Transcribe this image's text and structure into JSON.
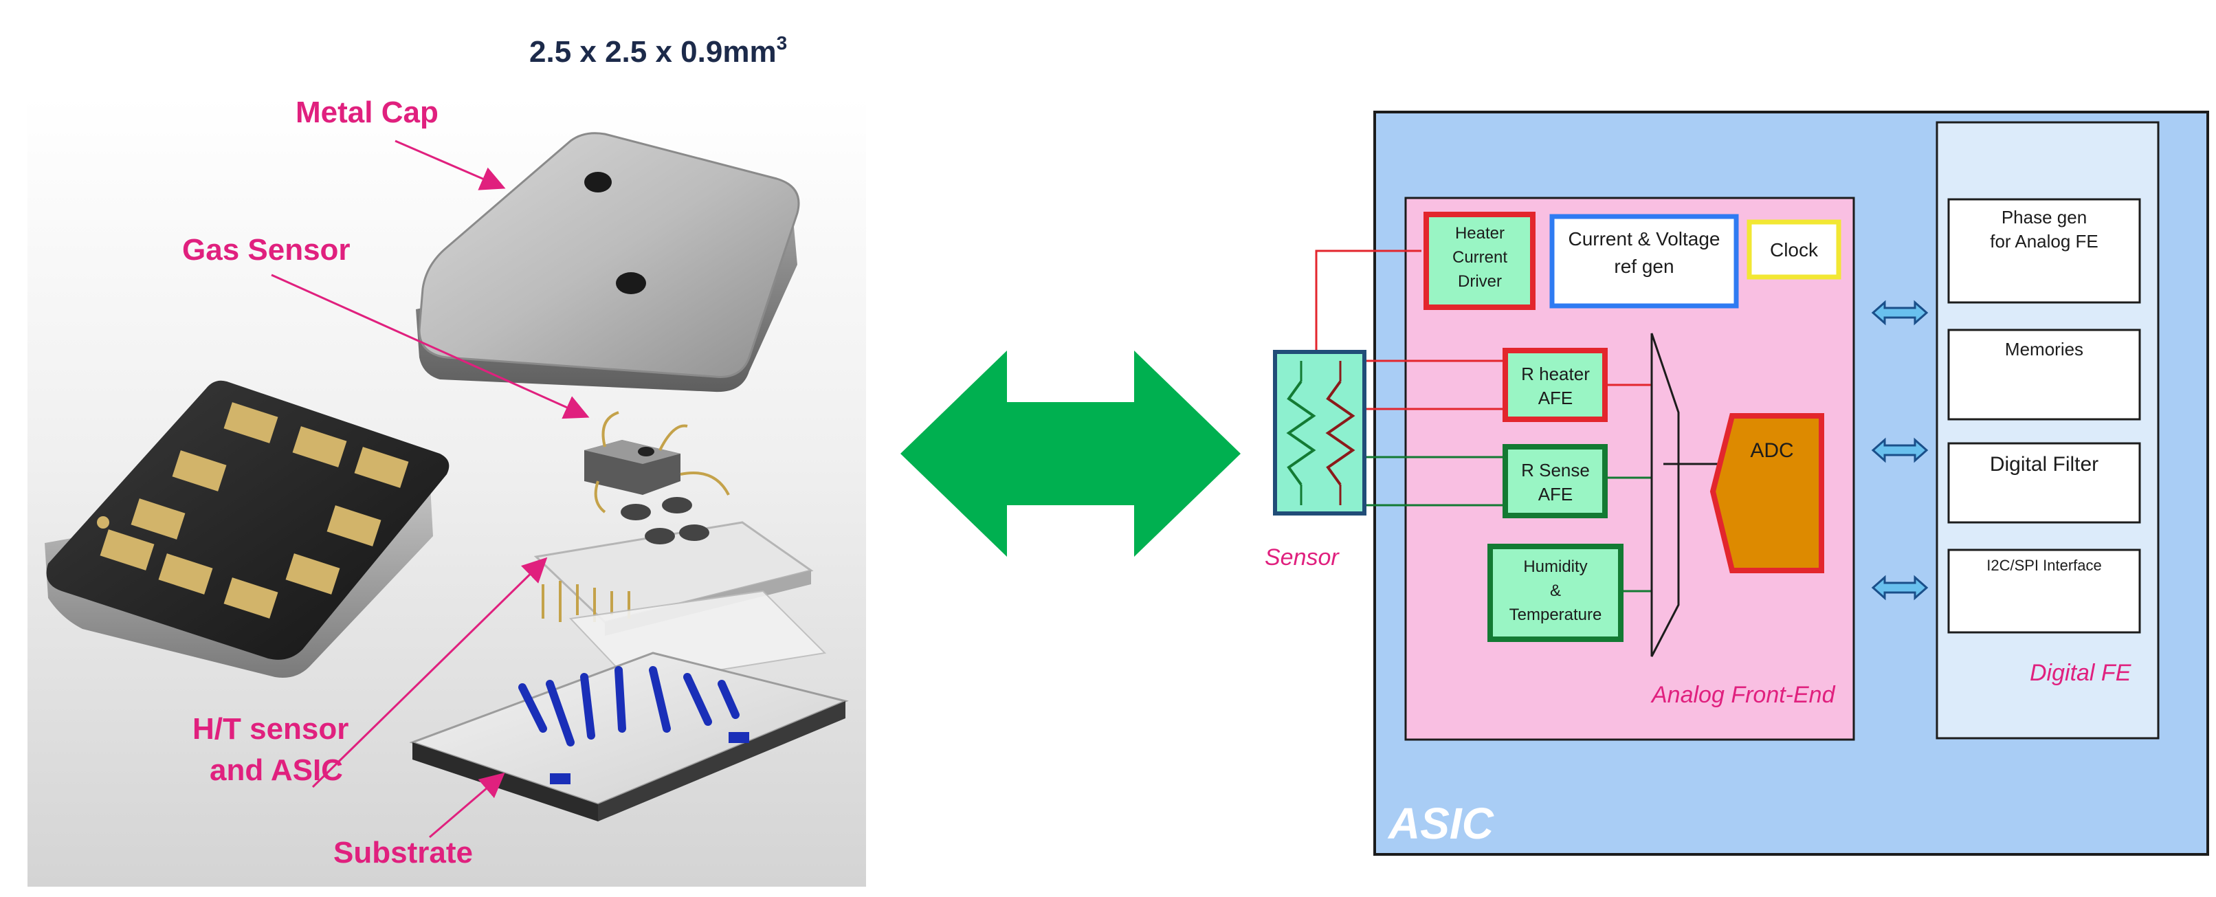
{
  "colors": {
    "label_magenta": "#e0207e",
    "arrow_green": "#00b050",
    "asic_bg": "#a9cdf5",
    "afe_bg": "#f9bfe2",
    "digital_bg": "#dcebfa",
    "block_green_fill": "#99f5c4",
    "adc_fill": "#dd8a00",
    "red_border": "#e3262d",
    "green_border": "#137a33",
    "blue_border": "#2f7bf2",
    "yellow_border": "#f2e733",
    "sensor_fill": "#8df0cf"
  },
  "left_panel": {
    "dimension_base": "2.5 x 2.5 x 0.9mm",
    "dimension_exp": "3",
    "labels": {
      "metal_cap": "Metal Cap",
      "gas_sensor": "Gas Sensor",
      "ht_line1": "H/T sensor",
      "ht_line2": "and ASIC",
      "substrate": "Substrate"
    }
  },
  "right_panel": {
    "asic_label": "ASIC",
    "analog_label": "Analog Front-End",
    "digital_label": "Digital FE",
    "sensor_label": "Sensor",
    "blocks": {
      "heater_driver": [
        "Heater",
        "Current",
        "Driver"
      ],
      "cv_ref": [
        "Current & Voltage",
        "ref gen"
      ],
      "clock": "Clock",
      "r_heater": [
        "R heater",
        "AFE"
      ],
      "r_sense": [
        "R Sense",
        "AFE"
      ],
      "humidity": [
        "Humidity",
        "&",
        "Temperature"
      ],
      "adc": "ADC"
    },
    "digital_blocks": {
      "phase_gen": [
        "Phase gen",
        "for Analog FE"
      ],
      "memories": "Memories",
      "digital_filter": "Digital Filter",
      "i2c_spi": "I2C/SPI Interface"
    }
  }
}
